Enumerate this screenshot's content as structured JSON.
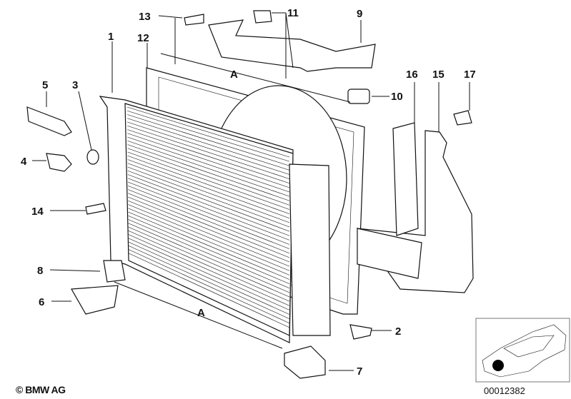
{
  "diagram": {
    "labels": {
      "p1": "1",
      "p2": "2",
      "p3": "3",
      "p4": "4",
      "p5": "5",
      "p6": "6",
      "p7": "7",
      "p8": "8",
      "p9": "9",
      "p10": "10",
      "p11": "11",
      "p12": "12",
      "p13": "13",
      "p14": "14",
      "p15": "15",
      "p16": "16",
      "p17": "17",
      "dim_a_top": "A",
      "dim_a_bottom": "A"
    },
    "copyright": "© BMW AG",
    "reference_number": "00012382"
  }
}
